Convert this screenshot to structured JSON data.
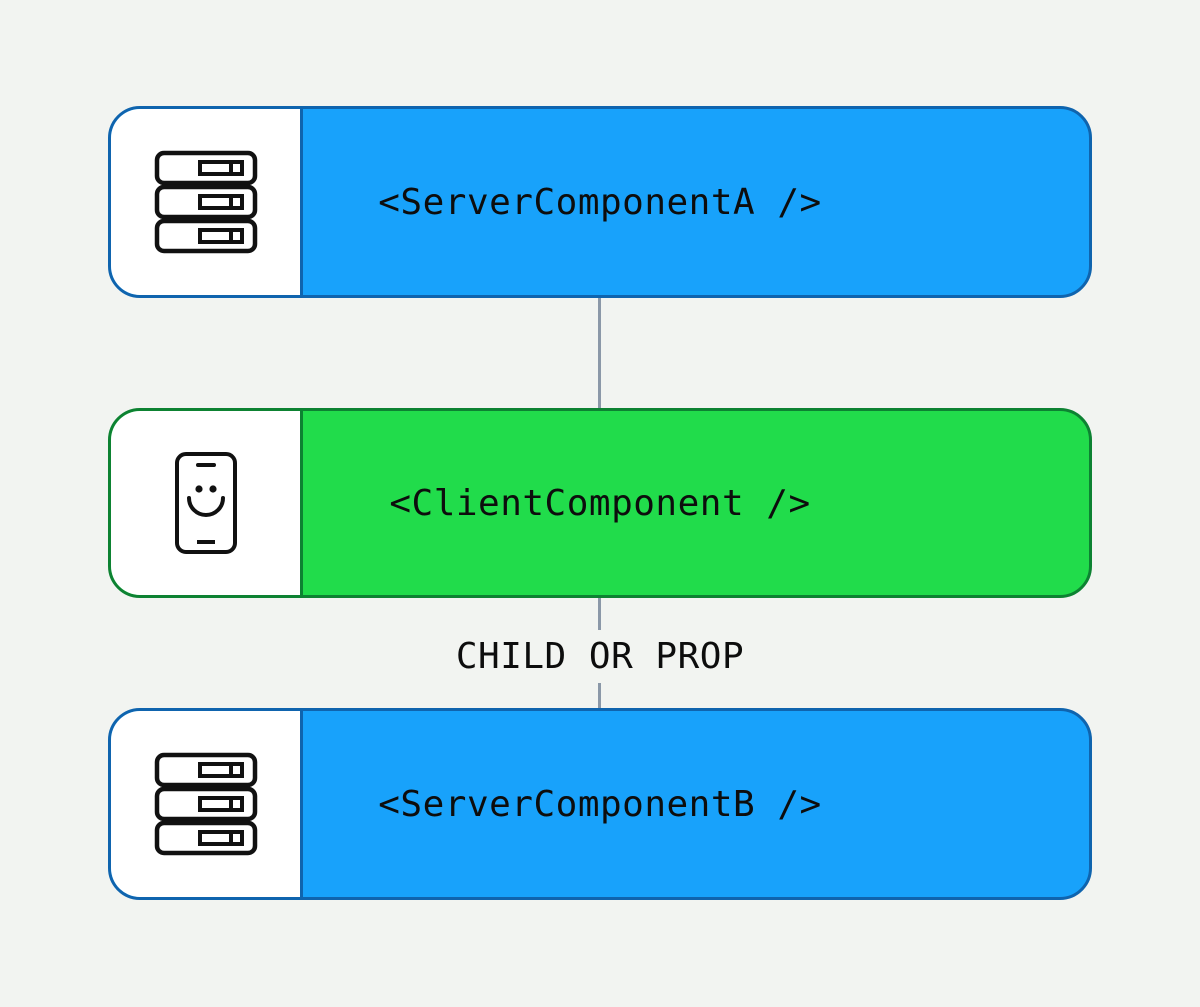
{
  "diagram": {
    "title": "react-server-client-component-tree",
    "background_color": "#F2F4F1",
    "connector_color": "#8B98A8",
    "text_color": "#0D0D0D",
    "nodes": [
      {
        "id": "server-component-a",
        "label": "<ServerComponentA />",
        "kind": "server",
        "icon": "server-icon",
        "fill_color": "#18A2FB",
        "border_color": "#0F64AE",
        "icon_panel_color": "#FFFFFF"
      },
      {
        "id": "client-component",
        "label": "<ClientComponent />",
        "kind": "client",
        "icon": "phone-smiley-icon",
        "fill_color": "#21DC4B",
        "border_color": "#0D8232",
        "icon_panel_color": "#FFFFFF"
      },
      {
        "id": "server-component-b",
        "label": "<ServerComponentB />",
        "kind": "server",
        "icon": "server-icon",
        "fill_color": "#18A2FB",
        "border_color": "#0F64AE",
        "icon_panel_color": "#FFFFFF"
      }
    ],
    "edges": [
      {
        "from": "server-component-a",
        "to": "client-component",
        "label": ""
      },
      {
        "from": "client-component",
        "to": "server-component-b",
        "label": "CHILD OR PROP"
      }
    ]
  }
}
